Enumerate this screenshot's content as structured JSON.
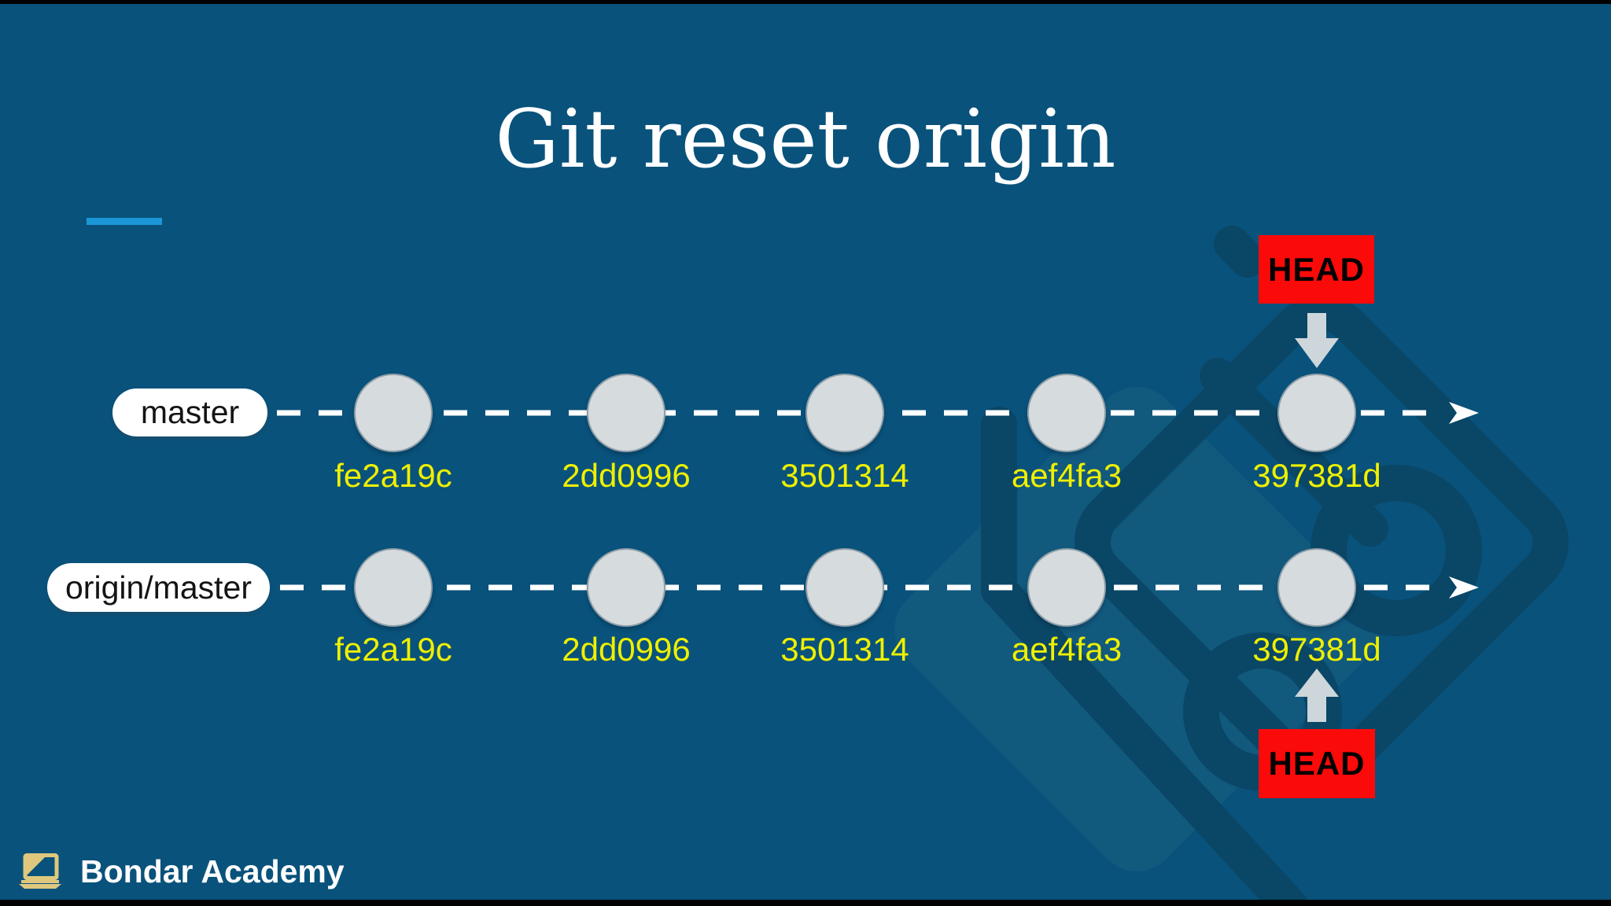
{
  "slide": {
    "title": "Git reset origin"
  },
  "branches": [
    {
      "label": "master",
      "head_label": "HEAD",
      "head_position": "top",
      "commits": [
        "fe2a19c",
        "2dd0996",
        "3501314",
        "aef4fa3",
        "397381d"
      ]
    },
    {
      "label": "origin/master",
      "head_label": "HEAD",
      "head_position": "bottom",
      "commits": [
        "fe2a19c",
        "2dd0996",
        "3501314",
        "aef4fa3",
        "397381d"
      ]
    }
  ],
  "footer": {
    "brand": "Bondar Academy"
  },
  "icons": {
    "watermark": "git-logo-watermark",
    "brand": "laptop-icon",
    "head_top": "arrow-down-icon",
    "head_bottom": "arrow-up-icon",
    "timeline_end": "arrow-right-icon"
  },
  "colors": {
    "background": "#09527b",
    "watermark_dark": "#0a4666",
    "watermark_light": "#12597e",
    "accent_bar": "#1b97d8",
    "commit_node": "#d6dbde",
    "hash_text": "#eef000",
    "head_bg": "#fb0a0a",
    "head_text": "#000000",
    "pill_bg": "#ffffff",
    "pill_text": "#141414",
    "title_text": "#ffffff",
    "timeline": "#ffffff",
    "head_arrow": "#cdd6da",
    "brand_icon": "#dfc87e",
    "brand_text": "#fdfdfd"
  }
}
